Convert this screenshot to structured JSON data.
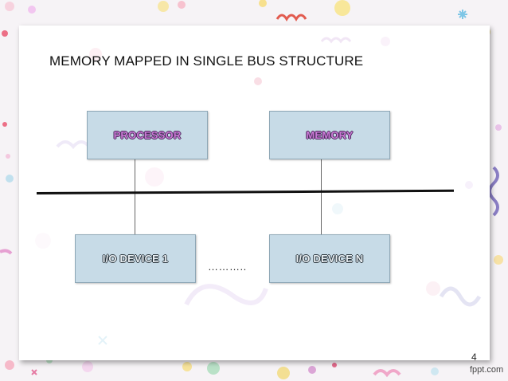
{
  "slide": {
    "title": "MEMORY MAPPED IN SINGLE BUS STRUCTURE",
    "page_number": "4",
    "brand": "fppt.com"
  },
  "diagram": {
    "processor_label": "PROCESSOR",
    "memory_label": "MEMORY",
    "io_device_1_label": "I/O DEVICE 1",
    "io_device_n_label": "I/O DEVICE N",
    "ellipsis": "……….."
  },
  "colors": {
    "box_fill": "#c7dbe7",
    "box_border": "#8ea7b6",
    "top_label_color": "#c979d4",
    "bus_line": "#111111"
  }
}
